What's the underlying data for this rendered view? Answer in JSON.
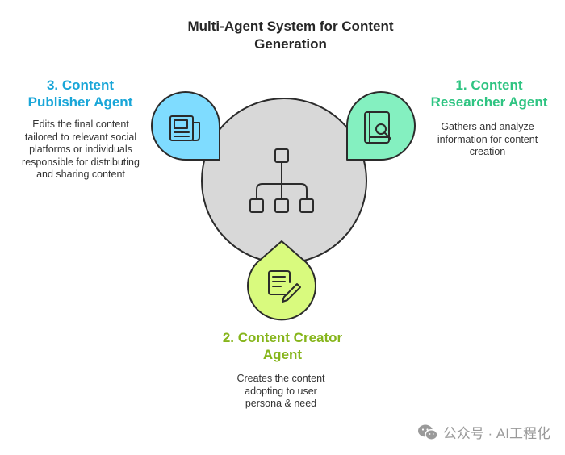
{
  "title": "Multi-Agent System for Content Generation",
  "agents": [
    {
      "id": "researcher",
      "title": "1. Content Researcher Agent",
      "description": "Gathers and analyze information for content creation",
      "color": "#84f0c0",
      "text_color": "#2fc482",
      "icon": "book-search-icon"
    },
    {
      "id": "creator",
      "title": "2. Content Creator Agent",
      "description": "Creates the content adopting to user persona & need",
      "color": "#d9fa7e",
      "text_color": "#86b51b",
      "icon": "document-pencil-icon"
    },
    {
      "id": "publisher",
      "title": "3. Content Publisher Agent",
      "description": "Edits the final content tailored to relevant social platforms or individuals responsible for distributing and sharing content",
      "color": "#7fdcff",
      "text_color": "#19a6d8",
      "icon": "newspaper-icon"
    }
  ],
  "center": {
    "color": "#d8d8d8",
    "icon": "hierarchy-icon"
  },
  "watermark": {
    "text": "公众号 · AI工程化",
    "icon": "wechat-icon"
  }
}
